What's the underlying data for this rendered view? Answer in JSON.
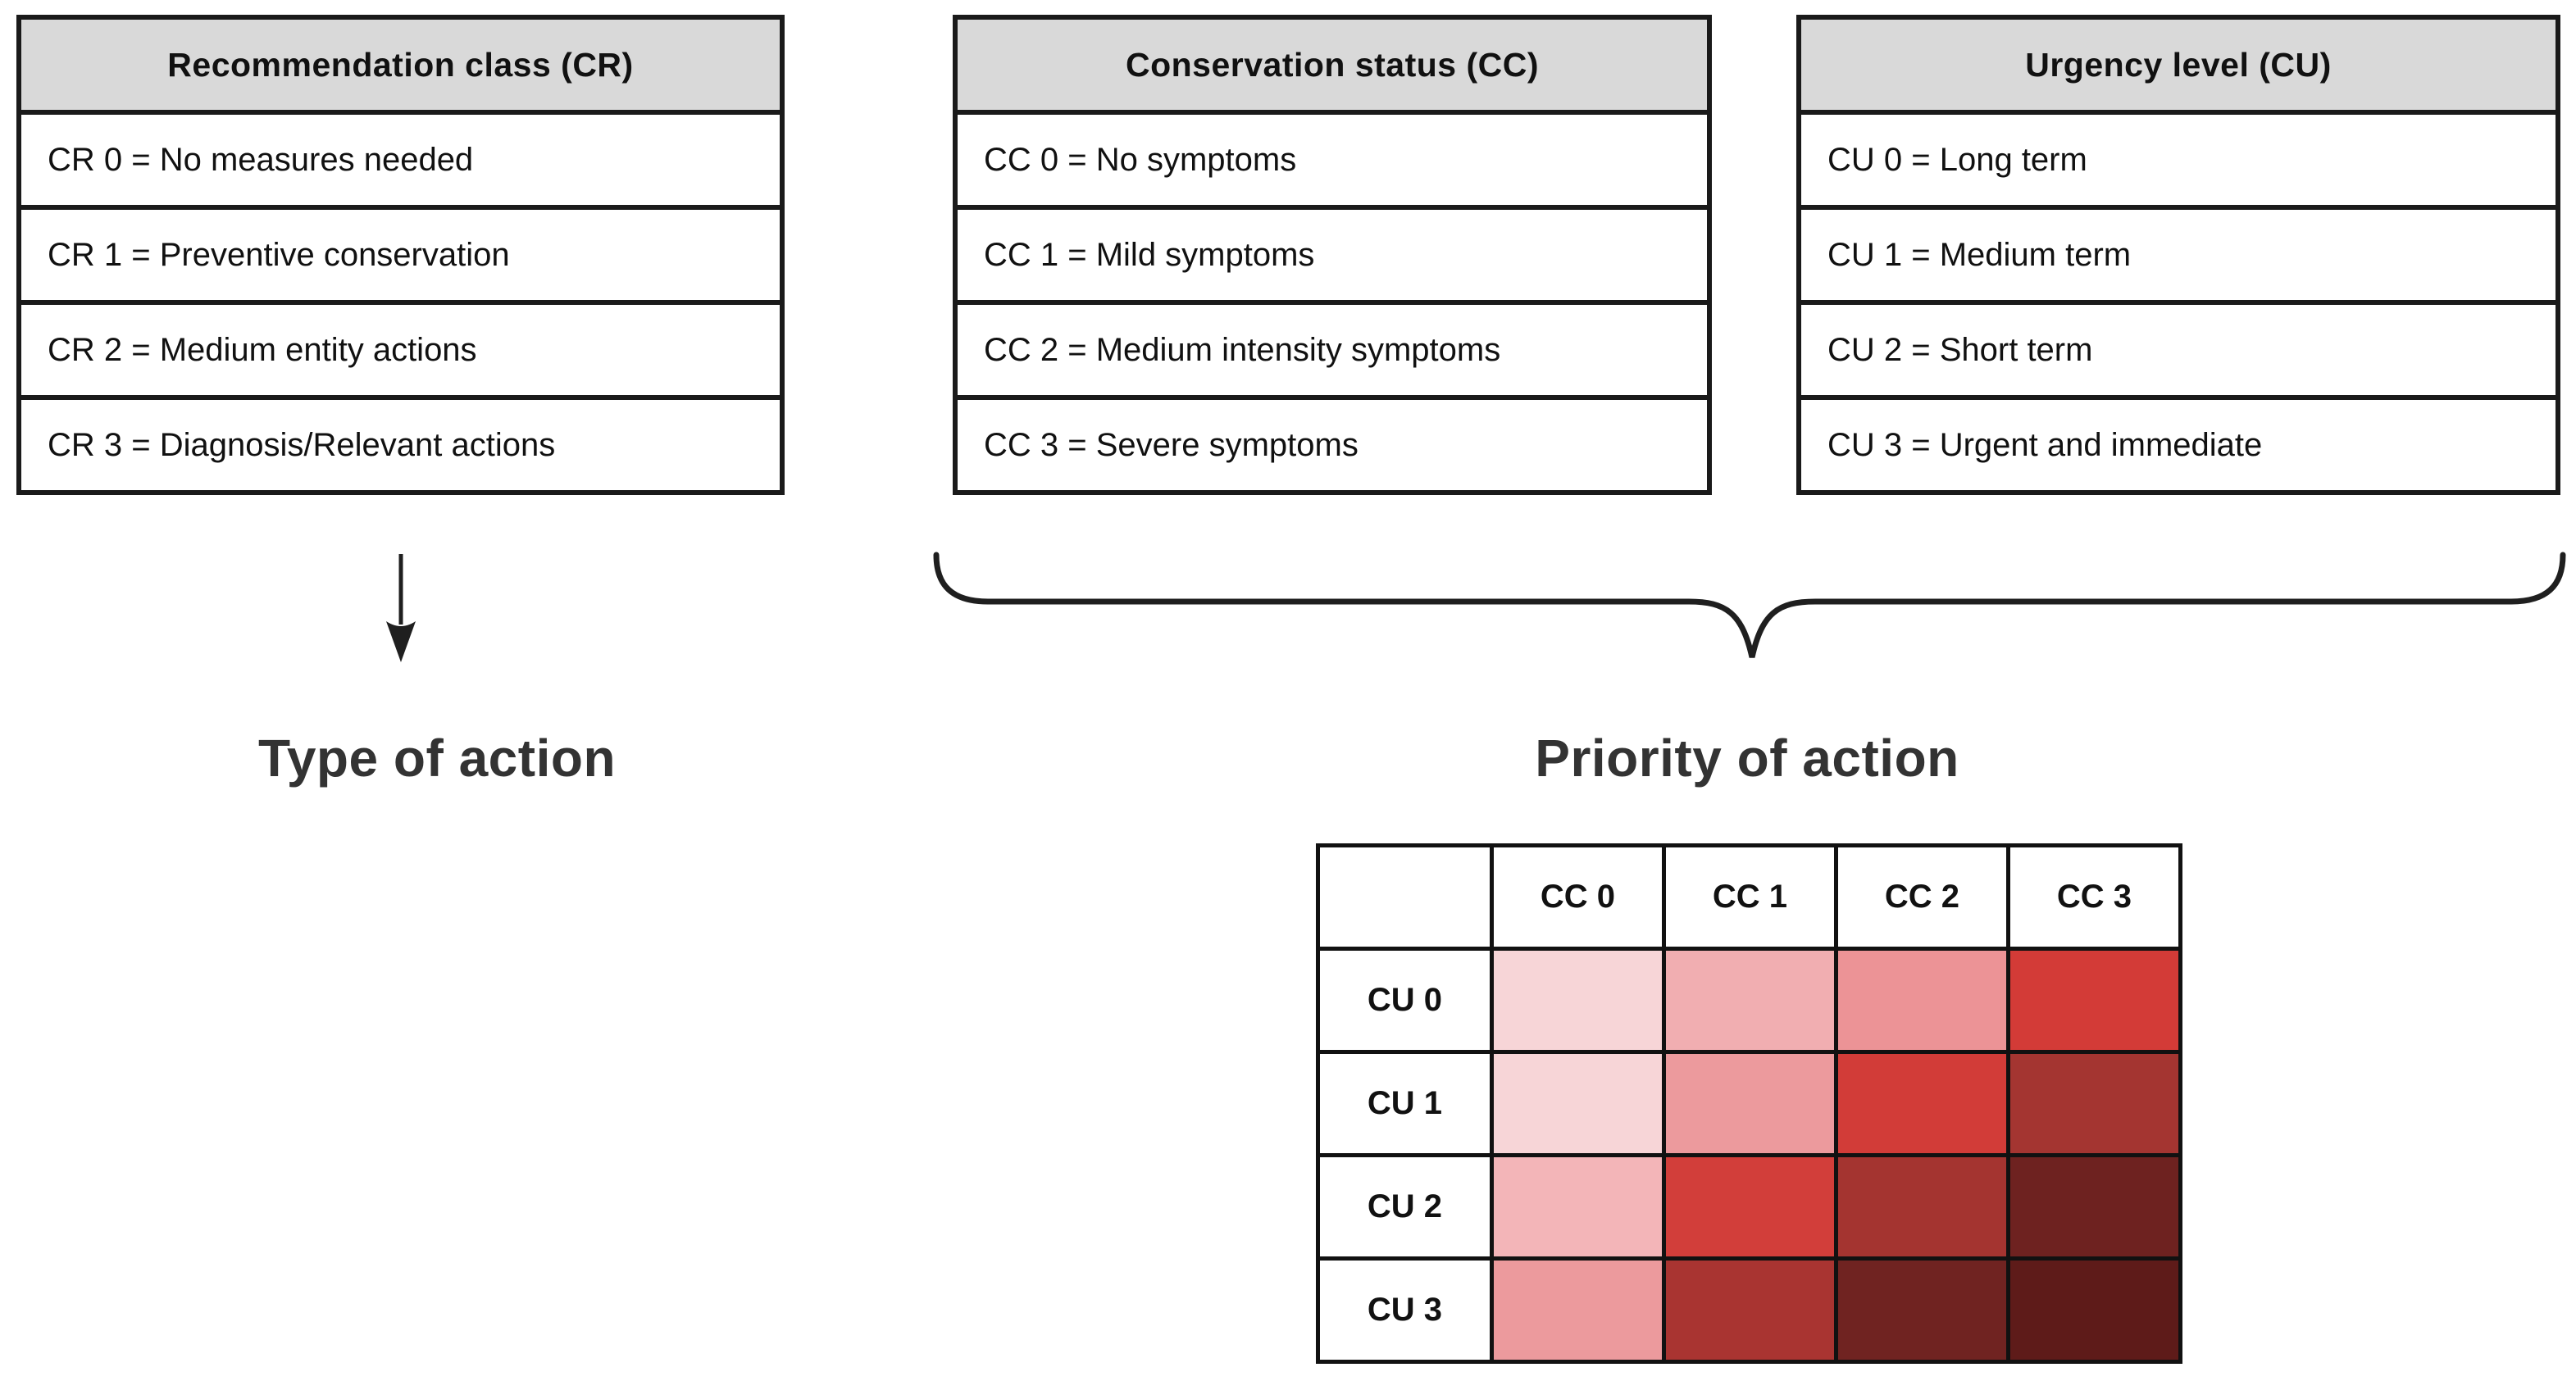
{
  "figure": {
    "legend_tables": [
      {
        "title": "Recommendation class (CR)",
        "rows": [
          "CR 0 = No measures needed",
          "CR 1 = Preventive conservation",
          "CR 2 = Medium entity actions",
          "CR 3 = Diagnosis/Relevant actions"
        ]
      },
      {
        "title": "Conservation status (CC)",
        "rows": [
          "CC 0 = No symptoms",
          "CC 1 = Mild symptoms",
          "CC 2 = Medium intensity symptoms",
          "CC 3 = Severe symptoms"
        ]
      },
      {
        "title": "Urgency level (CU)",
        "rows": [
          "CU 0 = Long term",
          "CU 1 = Medium term",
          "CU 2 = Short term",
          "CU 3 = Urgent and immediate"
        ]
      }
    ],
    "annotations": {
      "type_of_action": "Type of action",
      "priority_of_action": "Priority of action"
    },
    "colors": {
      "table_header_bg": "#d9d9d9",
      "border": "#1a1a1a",
      "text": "#111111"
    }
  },
  "chart_data": {
    "type": "heatmap",
    "title": "Priority of action",
    "columns": [
      "CC 0",
      "CC 1",
      "CC 2",
      "CC 3"
    ],
    "rows": [
      "CU 0",
      "CU 1",
      "CU 2",
      "CU 3"
    ],
    "cell_colors": [
      [
        "#f7d5d7",
        "#f1aeb1",
        "#ec9396",
        "#d33b37"
      ],
      [
        "#f7d5d7",
        "#ec9a9d",
        "#d23c38",
        "#a43531"
      ],
      [
        "#f3b5b8",
        "#d23e3a",
        "#a43430",
        "#6e2220"
      ],
      [
        "#ec9a9d",
        "#a93431",
        "#702321",
        "#5e1b19"
      ]
    ]
  }
}
